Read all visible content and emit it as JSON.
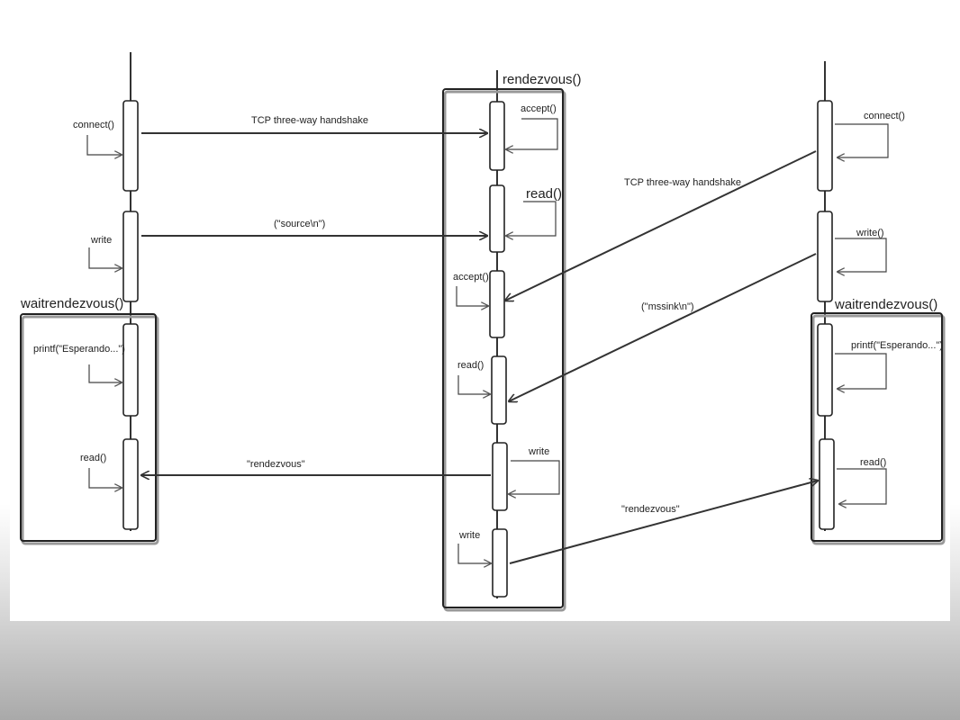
{
  "left": {
    "connect": "connect()",
    "write": "write",
    "frame_title": "waitrendezvous()",
    "printf": "printf(\"Esperando...\")",
    "read": "read()"
  },
  "center": {
    "frame_title": "rendezvous()",
    "accept1": "accept()",
    "read1": "read()",
    "accept2": "accept()",
    "read2": "read()",
    "write1": "write",
    "write2": "write"
  },
  "right": {
    "connect": "connect()",
    "write": "write()",
    "frame_title": "waitrendezvous()",
    "printf": "printf(\"Esperando...\")",
    "read": "read()"
  },
  "messages": {
    "tcp_left": "TCP three-way handshake",
    "source": "(\"source\\n\")",
    "tcp_right": "TCP three-way handshake",
    "mssink": "(\"mssink\\n\")",
    "rendezvous_left": "\"rendezvous\"",
    "rendezvous_right": "\"rendezvous\""
  }
}
